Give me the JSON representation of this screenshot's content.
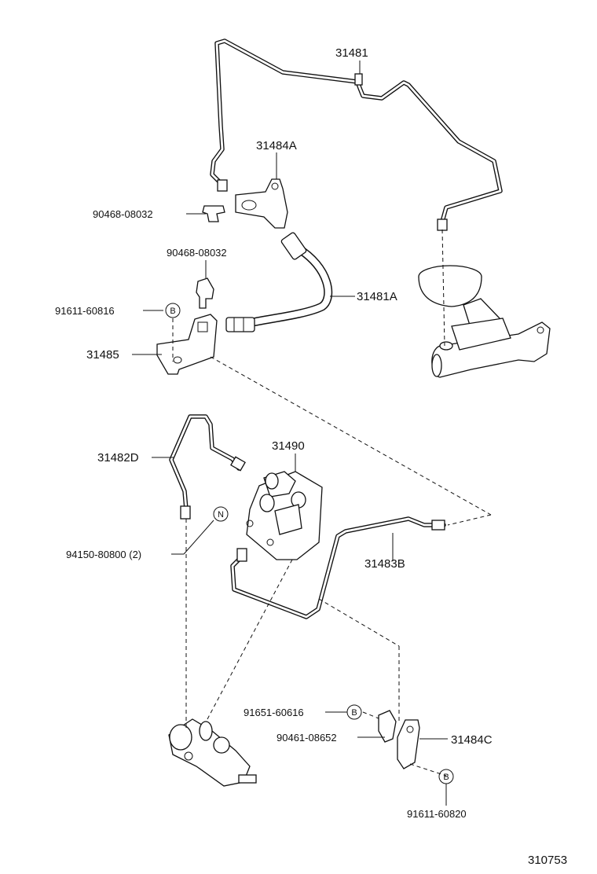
{
  "diagram": {
    "catalog_number": "310753",
    "labels": {
      "p31481": "31481",
      "p31484a": "31484A",
      "p90468_1": "90468-08032",
      "p90468_2": "90468-08032",
      "p31481a": "31481A",
      "p91611_60816": "91611-60816",
      "p31485": "31485",
      "p31490": "31490",
      "p31482d": "31482D",
      "p94150": "94150-80800 (2)",
      "p31483b": "31483B",
      "p91651": "91651-60616",
      "p90461": "90461-08652",
      "p31484c": "31484C",
      "p91611_60820": "91611-60820"
    },
    "refs": {
      "b1": "B",
      "n1": "N",
      "b2": "B",
      "b3": "B"
    }
  }
}
